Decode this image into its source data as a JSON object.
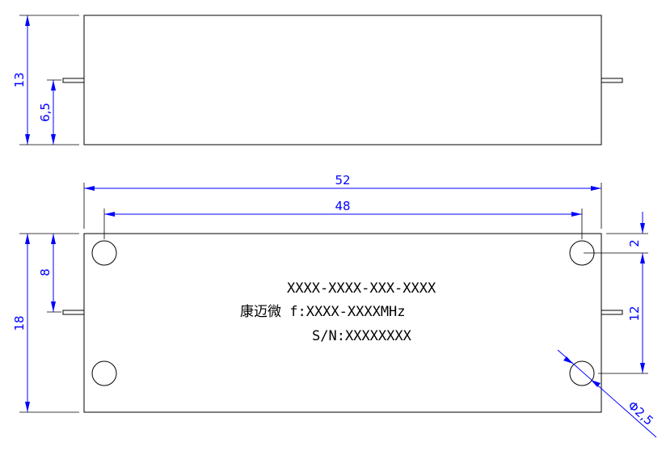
{
  "dimensions": {
    "top_height": "13",
    "top_pin_height": "6,5",
    "overall_width": "52",
    "hole_spacing": "48",
    "body_height": "18",
    "pin_from_top": "8",
    "hole_offset": "2",
    "hole_to_hole_vertical": "12",
    "hole_diameter": "Φ2,5"
  },
  "label": {
    "part_number": "XXXX-XXXX-XXX-XXXX",
    "frequency": "康迈微 f:XXXX-XXXXMHz",
    "serial": "S/N:XXXXXXXX"
  },
  "colors": {
    "dimension": "#0000ff",
    "outline": "#000000"
  }
}
